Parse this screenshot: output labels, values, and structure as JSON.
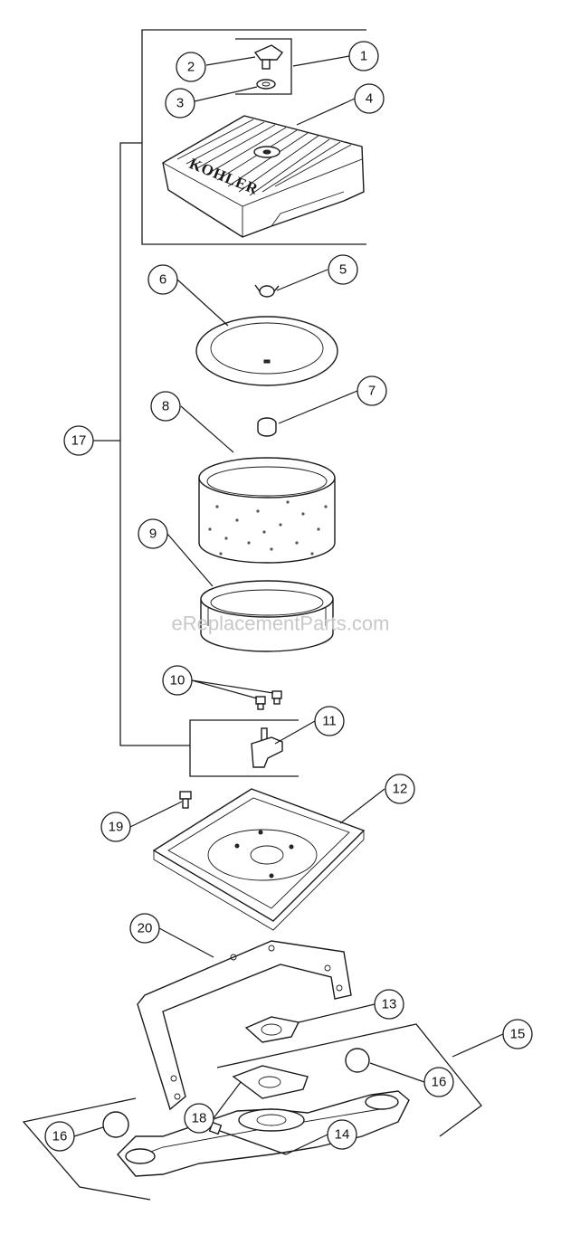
{
  "watermark": "eReplacementParts.com",
  "logo_text": "KOHLER",
  "callouts": [
    {
      "id": "c1",
      "label": "1"
    },
    {
      "id": "c2",
      "label": "2"
    },
    {
      "id": "c3",
      "label": "3"
    },
    {
      "id": "c4",
      "label": "4"
    },
    {
      "id": "c5",
      "label": "5"
    },
    {
      "id": "c6",
      "label": "6"
    },
    {
      "id": "c7",
      "label": "7"
    },
    {
      "id": "c8",
      "label": "8"
    },
    {
      "id": "c9",
      "label": "9"
    },
    {
      "id": "c10",
      "label": "10"
    },
    {
      "id": "c11",
      "label": "11"
    },
    {
      "id": "c12",
      "label": "12"
    },
    {
      "id": "c13",
      "label": "13"
    },
    {
      "id": "c14",
      "label": "14"
    },
    {
      "id": "c15",
      "label": "15"
    },
    {
      "id": "c16a",
      "label": "16"
    },
    {
      "id": "c16b",
      "label": "16"
    },
    {
      "id": "c17",
      "label": "17"
    },
    {
      "id": "c18",
      "label": "18"
    },
    {
      "id": "c19",
      "label": "19"
    },
    {
      "id": "c20",
      "label": "20"
    }
  ]
}
